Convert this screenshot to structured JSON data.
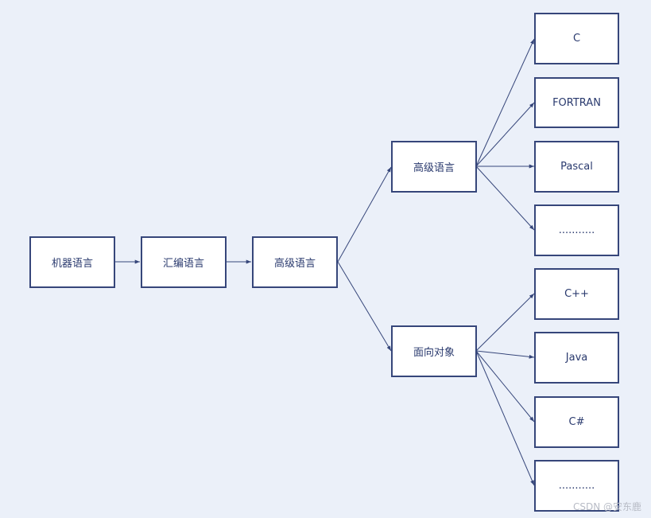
{
  "nodes": {
    "machine": "机器语言",
    "assembly": "汇编语言",
    "high_level_root": "高级语言",
    "high_level_branch": "高级语言",
    "object_oriented": "面向对象",
    "c": "C",
    "fortran": "FORTRAN",
    "pascal": "Pascal",
    "procedural_more": "...........",
    "cpp": "C++",
    "java": "Java",
    "csharp": "C#",
    "oo_more": "..........."
  },
  "watermark": "CSDN @安东鹿",
  "colors": {
    "background": "#ebf0f9",
    "box_border": "#36467a",
    "box_fill": "#ffffff",
    "text": "#2a3a6e",
    "arrow": "#36467a"
  }
}
